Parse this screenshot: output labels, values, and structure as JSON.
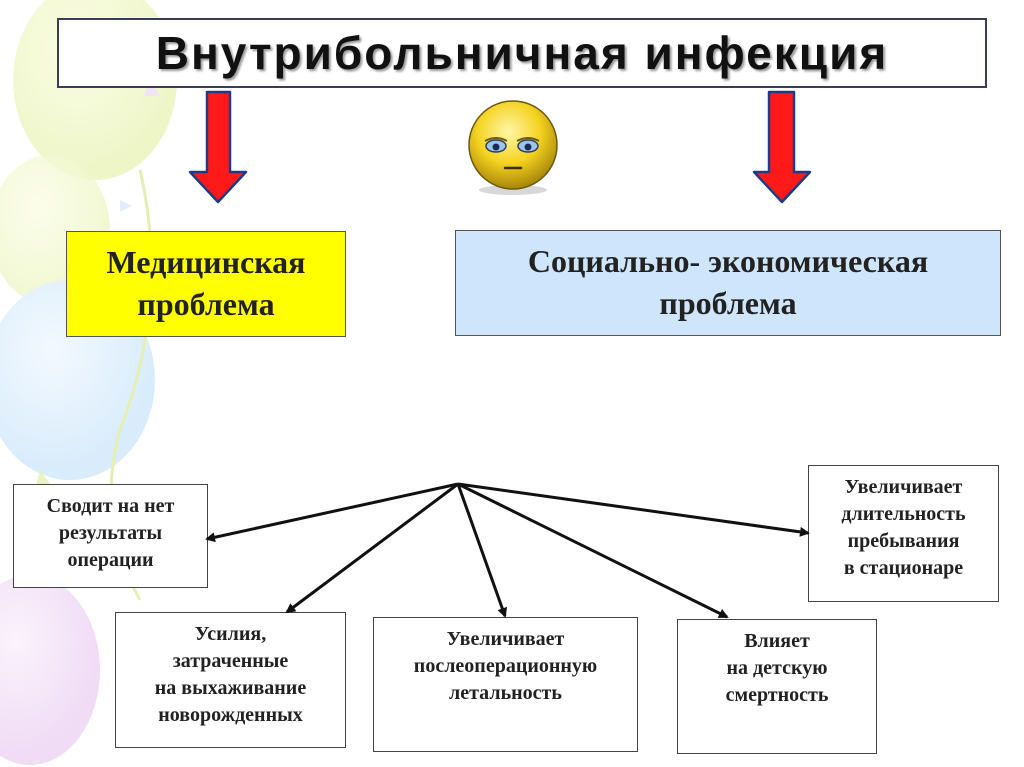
{
  "title": "Внутрибольничная инфекция",
  "problems": {
    "medical": "Медицинская\nпроблема",
    "socioeconomic": "Социально- экономическая\nпроблема"
  },
  "consequences": {
    "results": "Сводит на нет\nрезультаты\nоперации",
    "efforts": "Усилия,\nзатраченные\nна  выхаживание\nноворожденных",
    "lethality": "Увеличивает\nпослеоперационную\nлетальность",
    "child_mortality": "Влияет\nна детскую\nсмертность",
    "duration": "Увеличивает\nдлительность\nпребывания\nв стационаре"
  },
  "colors": {
    "medical_fill": "#ffff00",
    "socio_fill": "#cfe5fb",
    "arrow_red": "#ff1a1a",
    "arrow_outline": "#1f3a8a"
  },
  "icons": {
    "smiley": "sad-face-icon"
  }
}
